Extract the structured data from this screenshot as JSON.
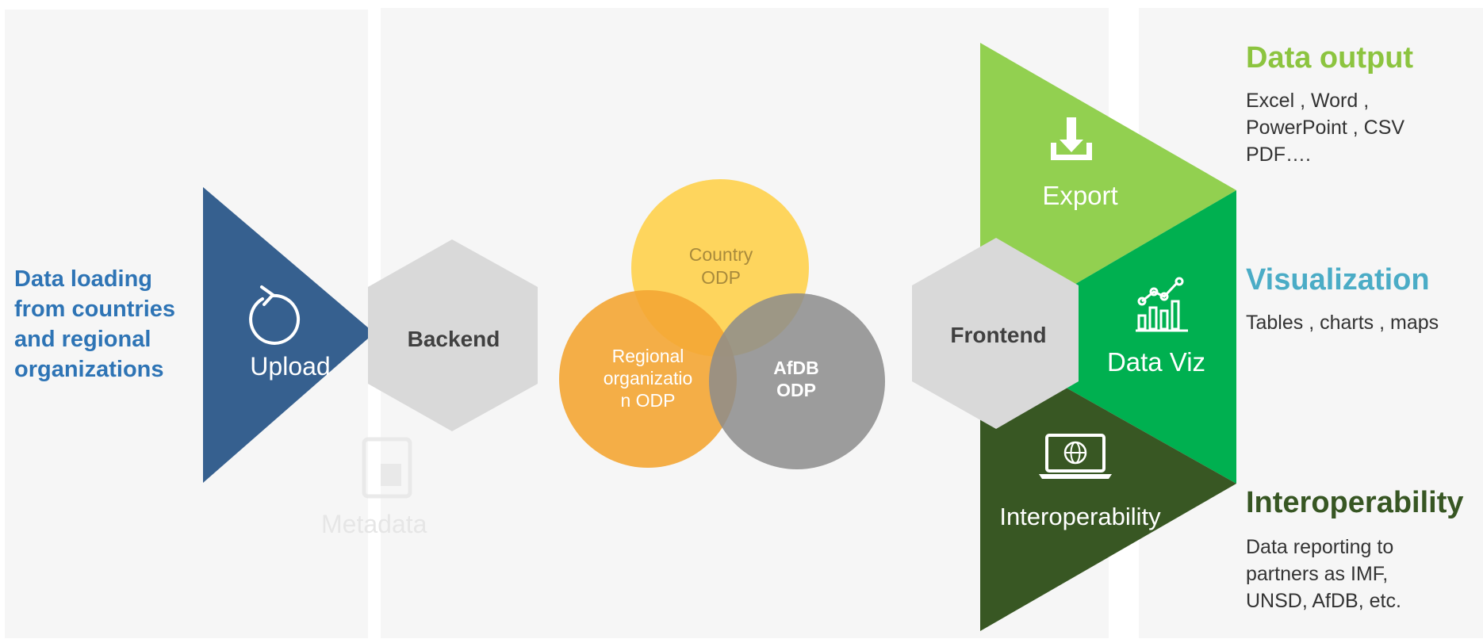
{
  "left_caption": "Data loading from countries and regional organizations",
  "shapes": {
    "upload": "Upload",
    "backend": "Backend",
    "frontend": "Frontend",
    "export": "Export",
    "dataviz": "Data Viz",
    "interoperability": "Interoperability",
    "metadata_ghost": "Metadata"
  },
  "circles": {
    "country_line1": "Country",
    "country_line2": "ODP",
    "regional_line1": "Regional",
    "regional_line2": "organizatio",
    "regional_line3": "n ODP",
    "afdb_line1": "AfDB",
    "afdb_line2": "ODP"
  },
  "sections": {
    "output": {
      "title": "Data output",
      "lines": [
        "Excel , Word ,",
        "PowerPoint , CSV",
        "PDF…."
      ]
    },
    "visualization": {
      "title": "Visualization",
      "lines": [
        "Tables , charts , maps"
      ]
    },
    "interoperability": {
      "title": "Interoperability",
      "lines": [
        "Data reporting to",
        "partners as IMF,",
        "UNSD, AfDB, etc."
      ]
    }
  },
  "colors": {
    "upload_blue": "#36608f",
    "hexagon_gray": "#d9d9d9",
    "export_green": "#92d050",
    "dataviz_green": "#00b050",
    "interop_darkgreen": "#385723",
    "country_yellow": "#ffd24d",
    "regional_orange": "#f4a634",
    "afdb_gray": "#8c8c8c",
    "left_text_blue": "#2e74b5",
    "output_title": "#8cc43f",
    "viz_title": "#4bacc6",
    "interop_title": "#375623"
  },
  "icons": {
    "upload": "refresh-icon",
    "export": "download-icon",
    "dataviz": "chart-icon",
    "interoperability": "laptop-globe-icon",
    "metadata": "document-icon"
  }
}
